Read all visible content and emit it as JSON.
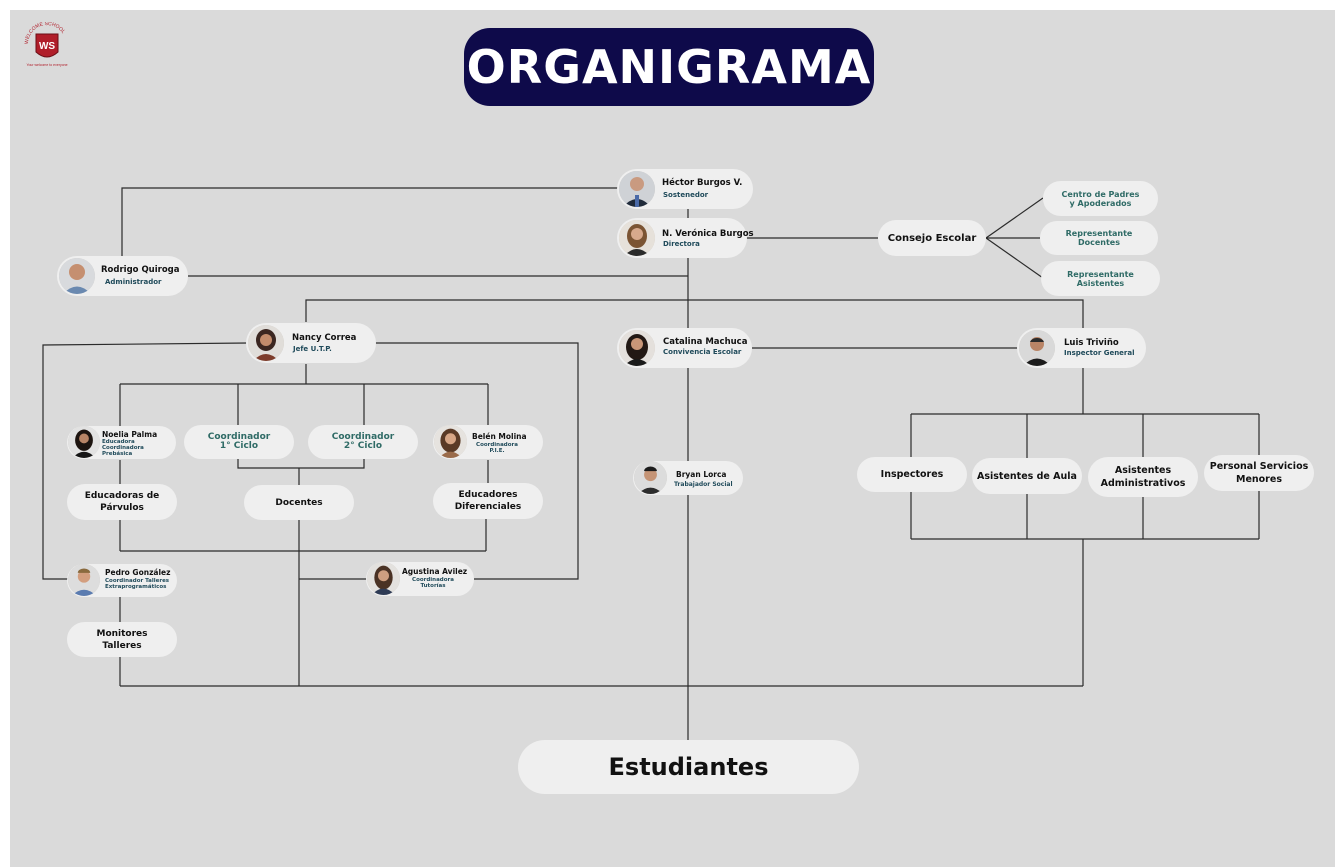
{
  "title": "ORGANIGRAMA",
  "logo": {
    "arc_text": "WELCOME SCHOOL",
    "initials": "WS",
    "motto": "Your welcome to everyone"
  },
  "people": {
    "hector": {
      "name": "Héctor Burgos V.",
      "role": "Sostenedor"
    },
    "veronica": {
      "name": "N. Verónica Burgos",
      "role": "Directora"
    },
    "rodrigo": {
      "name": "Rodrigo Quiroga",
      "role": "Administrador"
    },
    "nancy": {
      "name": "Nancy Correa",
      "role": "Jefe U.T.P."
    },
    "catalina": {
      "name": "Catalina Machuca",
      "role": "Convivencia Escolar"
    },
    "luis": {
      "name": "Luis Triviño",
      "role": "Inspector General"
    },
    "noelia": {
      "name": "Noelia Palma",
      "role_lines": [
        "Educadora",
        "Coordinadora",
        "Prebásica"
      ]
    },
    "belen": {
      "name": "Belén Molina",
      "role_lines": [
        "Coordinadora",
        "P.I.E."
      ]
    },
    "bryan": {
      "name": "Bryan Lorca",
      "role": "Trabajador Social"
    },
    "pedro": {
      "name": "Pedro González",
      "role_lines": [
        "Coordinador Talleres",
        "Extraprogramáticos"
      ]
    },
    "agustina": {
      "name": "Agustina Avilez",
      "role_lines": [
        "Coordinadora",
        "Tutorías"
      ]
    }
  },
  "boxes": {
    "consejo": "Consejo Escolar",
    "centro_padres": [
      "Centro de Padres",
      "y Apoderados"
    ],
    "rep_docentes": [
      "Representante",
      "Docentes"
    ],
    "rep_asistentes": [
      "Representante",
      "Asistentes"
    ],
    "coord1": [
      "Coordinador",
      "1° Ciclo"
    ],
    "coord2": [
      "Coordinador",
      "2° Ciclo"
    ],
    "educadoras": [
      "Educadoras de",
      "Párvulos"
    ],
    "docentes": "Docentes",
    "educadores_dif": [
      "Educadores",
      "Diferenciales"
    ],
    "monitores": [
      "Monitores",
      "Talleres"
    ],
    "inspectores": "Inspectores",
    "asist_aula": "Asistentes de Aula",
    "asist_admin": [
      "Asistentes",
      "Administrativos"
    ],
    "personal_serv": [
      "Personal Servicios",
      "Menores"
    ],
    "estudiantes": "Estudiantes"
  },
  "colors": {
    "background": "#dadada",
    "pill": "#efefef",
    "title_bg": "#0e0a4a",
    "role_text": "#1f4a5a",
    "teal_text": "#2f6b66"
  }
}
